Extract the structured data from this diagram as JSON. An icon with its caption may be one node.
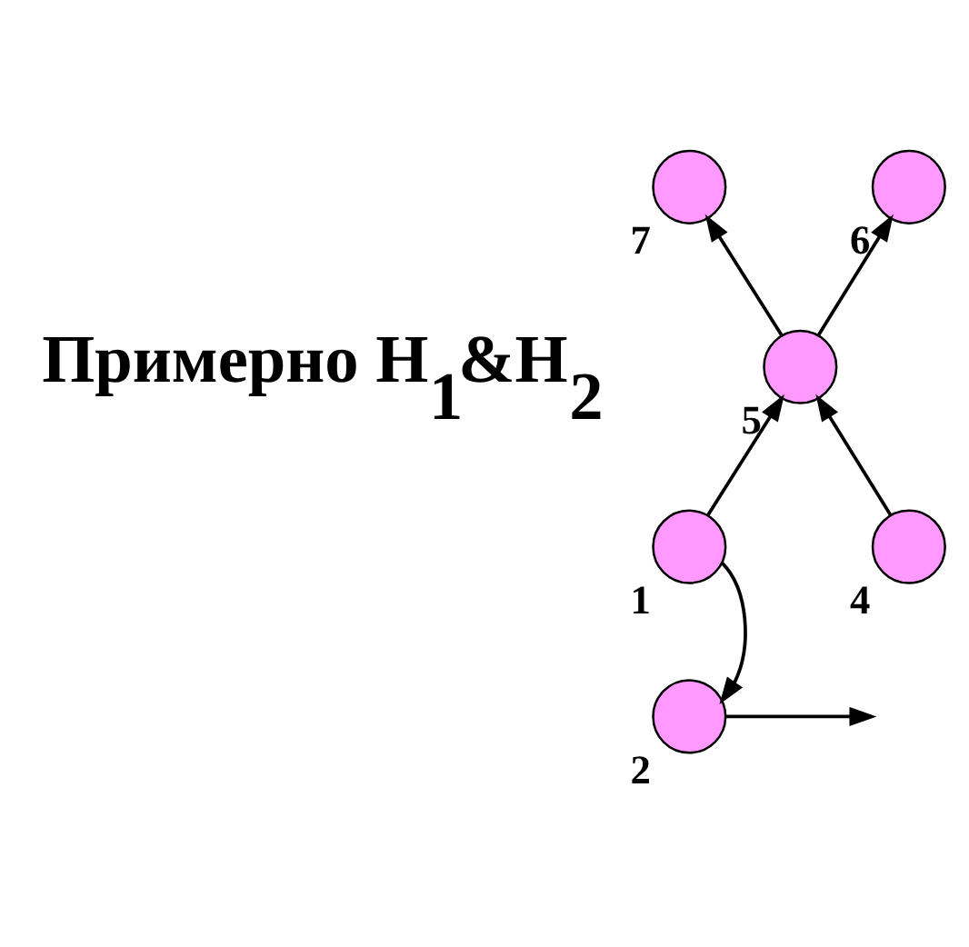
{
  "diagram": {
    "nodes": [
      {
        "text": [],
        "shape": "circle",
        "beside": [
          "7"
        ]
      },
      {
        "text": [],
        "shape": "circle",
        "beside": [
          "5"
        ]
      },
      {
        "text": [],
        "shape": "circle",
        "beside": [
          "6"
        ]
      },
      {
        "text": [],
        "shape": "circle",
        "beside": [
          "1"
        ]
      },
      {
        "text": [],
        "shape": "circle",
        "beside": [
          "4"
        ]
      },
      {
        "text": [],
        "shape": "circle",
        "beside": [
          "2"
        ]
      }
    ],
    "edges": [
      {
        "from": 3,
        "to": 1,
        "arrow": "to"
      },
      {
        "from": 4,
        "to": 1,
        "arrow": "to"
      },
      {
        "from": 1,
        "to": 0,
        "arrow": "to"
      },
      {
        "from": 1,
        "to": 2,
        "arrow": "to"
      },
      {
        "from": 3,
        "to": 5,
        "arrow": "to"
      },
      {
        "from": 5,
        "to": null,
        "arrow": "to"
      }
    ],
    "labels": [
      "Примерно H$_{1}$&H$_{2}$"
    ]
  }
}
